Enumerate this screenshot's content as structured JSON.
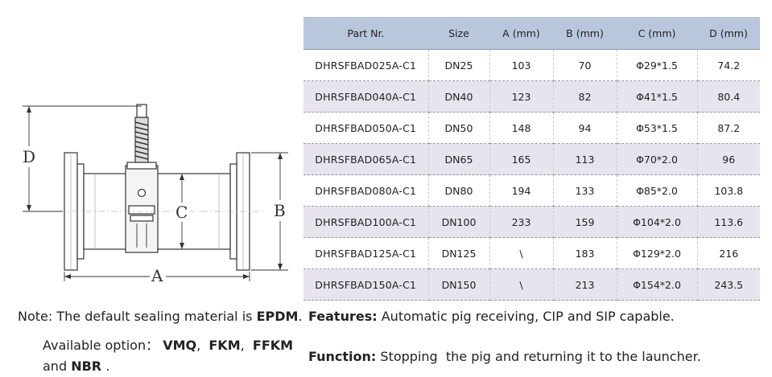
{
  "table": {
    "headers": [
      "Part Nr.",
      "Size",
      "A (mm)",
      "B (mm)",
      "C (mm)",
      "D (mm)"
    ],
    "rows": [
      [
        "DHRSFBAD025A-C1",
        "DN25",
        "103",
        "70",
        "Φ29*1.5",
        "74.2"
      ],
      [
        "DHRSFBAD040A-C1",
        "DN40",
        "123",
        "82",
        "Φ41*1.5",
        "80.4"
      ],
      [
        "DHRSFBAD050A-C1",
        "DN50",
        "148",
        "94",
        "Φ53*1.5",
        "87.2"
      ],
      [
        "DHRSFBAD065A-C1",
        "DN65",
        "165",
        "113",
        "Φ70*2.0",
        "96"
      ],
      [
        "DHRSFBAD080A-C1",
        "DN80",
        "194",
        "133",
        "Φ85*2.0",
        "103.8"
      ],
      [
        "DHRSFBAD100A-C1",
        "DN100",
        "233",
        "159",
        "Φ104*2.0",
        "113.6"
      ],
      [
        "DHRSFBAD125A-C1",
        "DN125",
        "\\",
        "183",
        "Φ129*2.0",
        "216"
      ],
      [
        "DHRSFBAD150A-C1",
        "DN150",
        "\\",
        "213",
        "Φ154*2.0",
        "243.5"
      ]
    ]
  },
  "drawing": {
    "label_a": "A",
    "label_b": "B",
    "label_c": "C",
    "label_d": "D"
  },
  "notes": {
    "note_prefix": "Note: The default sealing material is ",
    "note_material": "EPDM",
    "note_suffix": ".",
    "options_prefix": "Available option：",
    "option_1": "VMQ",
    "option_2": "FKM",
    "option_3": "FFKM",
    "and_text": "and",
    "option_4": "NBR",
    "end_text": ".",
    "features_label": "Features:",
    "features_text": "Automatic pig receiving, CIP and SIP capable.",
    "function_label": "Function:",
    "function_text": "Stopping  the pig and returning it to the launcher."
  }
}
